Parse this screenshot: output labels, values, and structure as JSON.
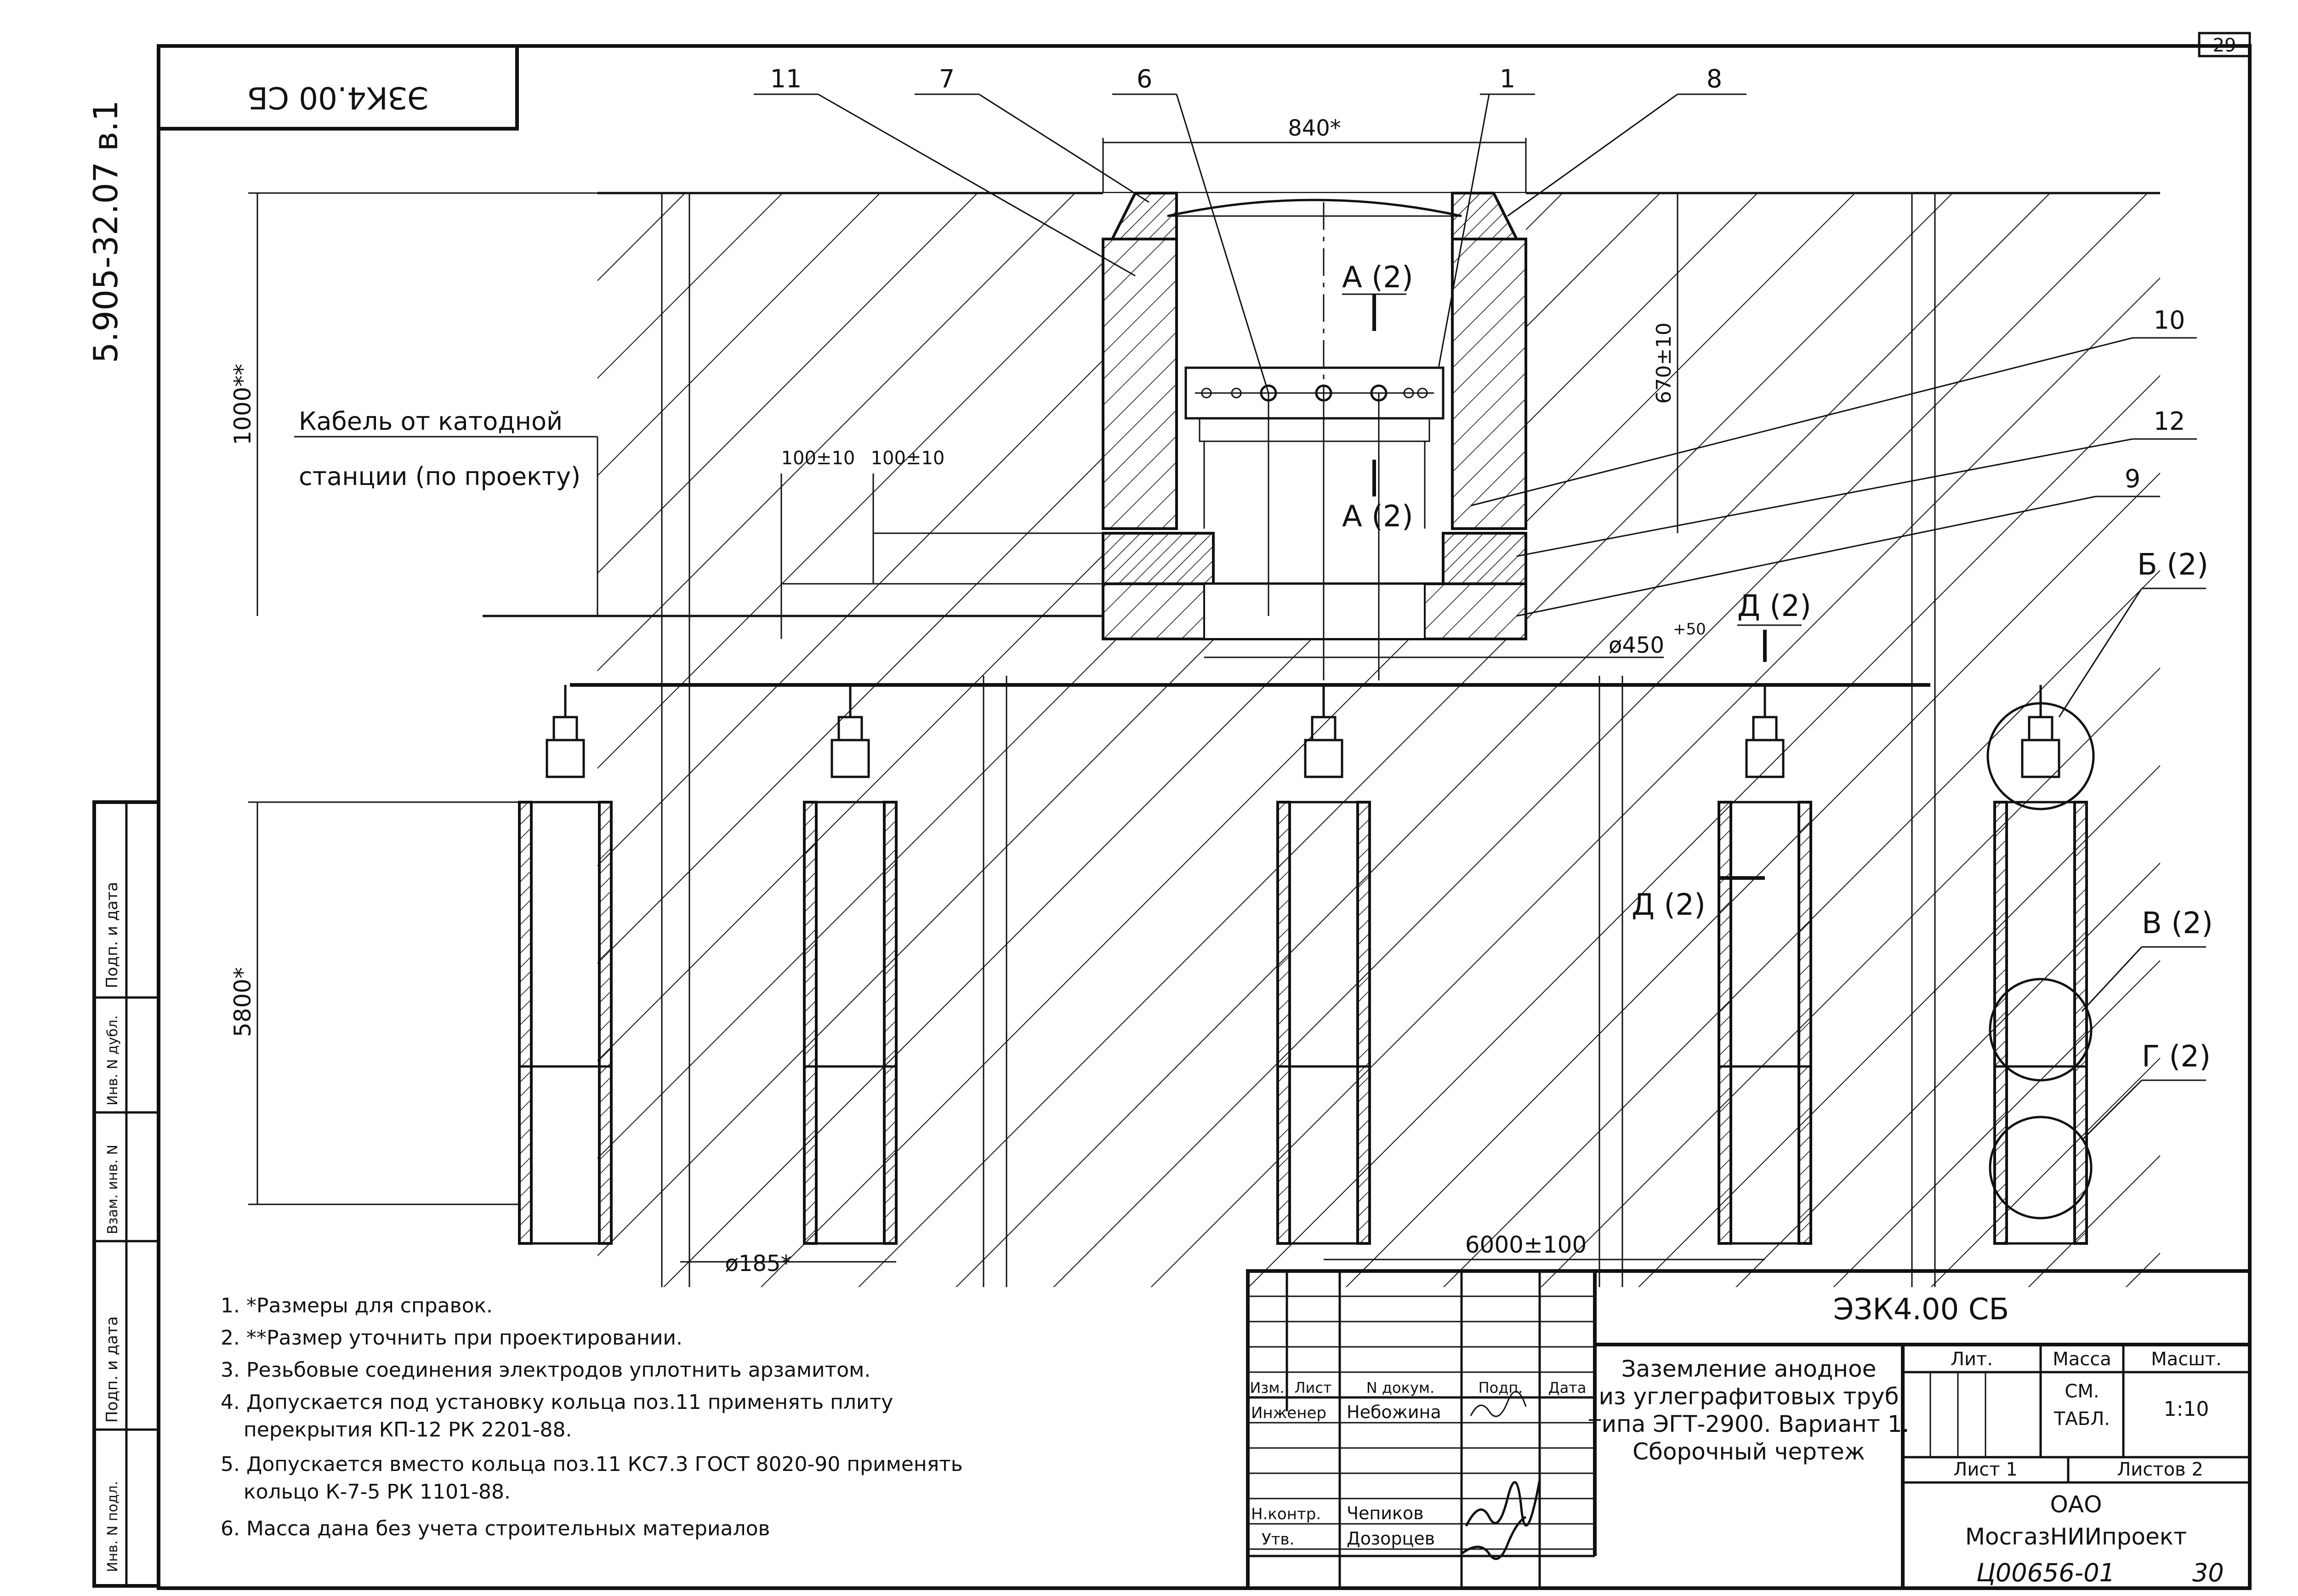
{
  "sheet": {
    "page_number": "29",
    "stamp_code": "ЭЗК4.00 СБ",
    "side_code": "5.905-32.07 в.1",
    "handwritten_number": "Ц00656-01",
    "handwritten_sheet": "30"
  },
  "callouts": [
    "11",
    "7",
    "6",
    "1",
    "8",
    "10",
    "12",
    "9"
  ],
  "section_marks": {
    "a_top": "А (2)",
    "a_bottom": "А (2)",
    "d_right": "Д (2)",
    "d_left": "Д (2)",
    "b": "Б (2)",
    "v": "В (2)",
    "g": "Г (2)"
  },
  "dimensions": {
    "width_840": "840*",
    "depth_670": "670±10",
    "depth_1000": "1000**",
    "gap1": "100±10",
    "gap2": "100±10",
    "diam_450": "ø450",
    "diam_450_tol": "+50",
    "length_5800": "5800*",
    "spacing_6000": "6000±100",
    "diam_185": "ø185*"
  },
  "cable_label": {
    "line1": "Кабель от катодной",
    "line2": "станции (по проекту)"
  },
  "notes": [
    "1. *Размеры для справок.",
    "2. **Размер уточнить при проектировании.",
    "3. Резьбовые соединения электродов уплотнить арзамитом.",
    "4. Допускается под установку кольца поз.11 применять  плиту",
    "перекрытия КП-12 РК 2201-88.",
    "5. Допускается вместо кольца поз.11  КС7.3 ГОСТ 8020-90 применять",
    "кольцо К-7-5 РК 1101-88.",
    "6. Масса дана без учета строительных материалов"
  ],
  "left_strip": [
    "Подп. и дата",
    "Инв. N дубл.",
    "Взам. инв. N",
    "Подп. и дата",
    "Инв. N подл."
  ],
  "title_block": {
    "code": "ЭЗК4.00 СБ",
    "title_lines": [
      "Заземление анодное",
      "из углеграфитовых труб",
      "типа ЭГТ-2900. Вариант 1.",
      "Сборочный чертеж"
    ],
    "col_headers": [
      "Изм.",
      "Лист",
      "N  докум.",
      "Подп.",
      "Дата"
    ],
    "roles": [
      {
        "role": "Инженер",
        "name": "Небожина"
      },
      {
        "role": "Н.контр.",
        "name": "Чепиков"
      },
      {
        "role": "Утв.",
        "name": "Дозорцев"
      }
    ],
    "lit_label": "Лит.",
    "mass_label": "Масса",
    "scale_label": "Масшт.",
    "mass_value_1": "СМ.",
    "mass_value_2": "ТАБЛ.",
    "scale_value": "1:10",
    "sheet_label": "Лист 1",
    "sheets_label": "Листов  2",
    "org_line1": "ОАО",
    "org_line2": "МосгазНИИпроект"
  }
}
